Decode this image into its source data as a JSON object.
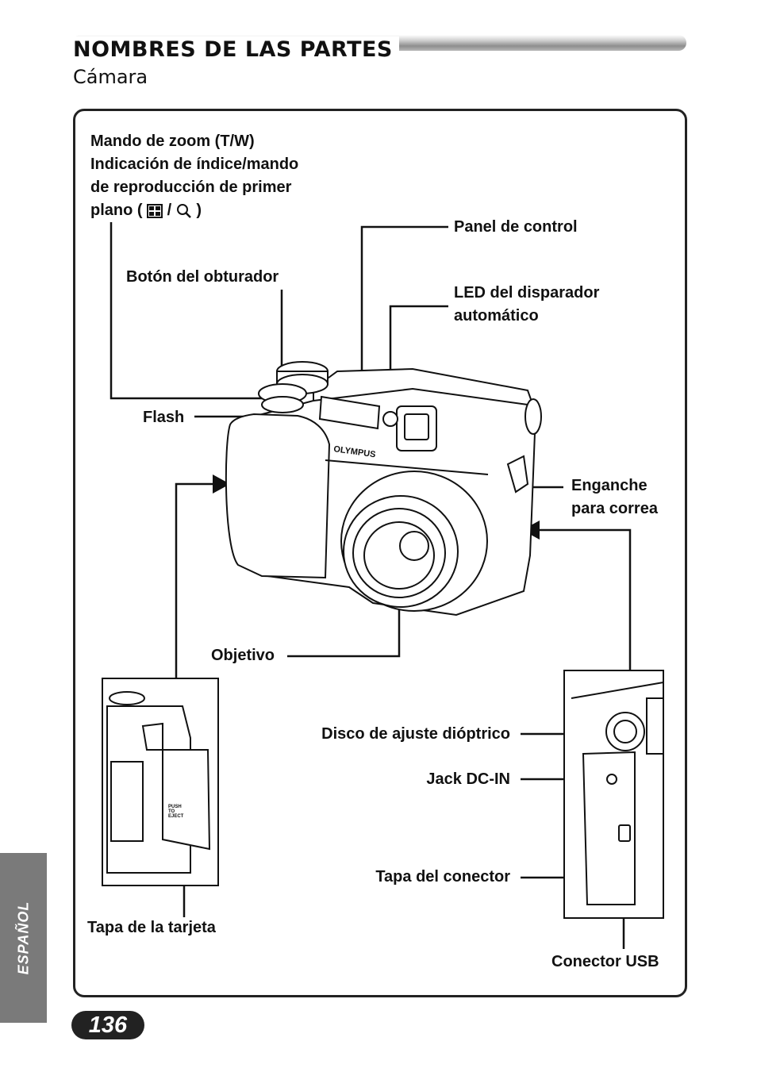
{
  "header": {
    "title": "NOMBRES DE LAS PARTES",
    "subtitle": "Cámara"
  },
  "labels": {
    "zoom": [
      "Mando de zoom (T/W)",
      "Indicación de índice/mando",
      "de reproducción de primer"
    ],
    "zoom_plano_prefix": "plano (",
    "zoom_plano_suffix": ")",
    "zoom_plano_sep": "/",
    "shutter": "Botón del obturador",
    "control_panel": "Panel de control",
    "selftimer": [
      "LED del disparador",
      "automático"
    ],
    "flash": "Flash",
    "strap": [
      "Enganche",
      "para correa"
    ],
    "lens": "Objetivo",
    "diopter": "Disco de ajuste dióptrico",
    "dcin": "Jack DC-IN",
    "connector_cover": "Tapa del conector",
    "card_cover": "Tapa de la tarjeta",
    "usb": "Conector USB"
  },
  "camera_brand": "OLYMPUS",
  "card_door_text": [
    "PUSH",
    "TO",
    "EJECT"
  ],
  "side_tab": "ESPAÑOL",
  "page_number": "136"
}
